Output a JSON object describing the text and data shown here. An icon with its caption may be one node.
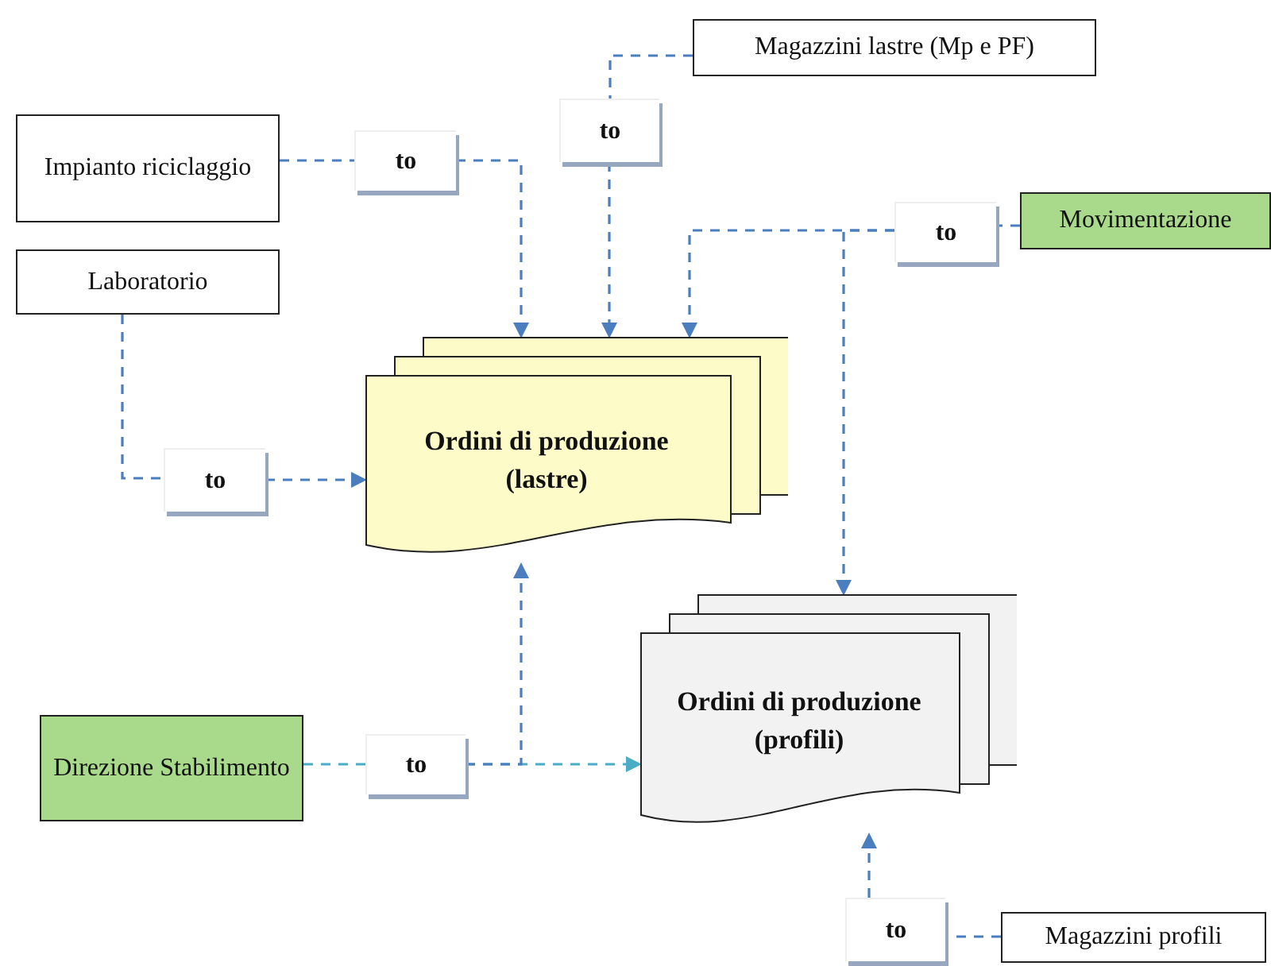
{
  "diagram": {
    "nodes": [
      {
        "text": [
          "Magazzini lastre (Mp e PF)"
        ]
      },
      {
        "text": [
          "Impianto riciclaggio"
        ]
      },
      {
        "text": [
          "Laboratorio"
        ]
      },
      {
        "text": [
          "Movimentazione"
        ]
      },
      {
        "text": [
          "Ordini di produzione (lastre)"
        ]
      },
      {
        "text": [
          "Direzione Stabilimento"
        ]
      },
      {
        "text": [
          "Ordini di produzione (profili)"
        ]
      },
      {
        "text": [
          "Magazzini profili"
        ]
      },
      {
        "text": [
          "to"
        ]
      },
      {
        "text": [
          "to"
        ]
      },
      {
        "text": [
          "to"
        ]
      },
      {
        "text": [
          "to"
        ]
      },
      {
        "text": [
          "to"
        ]
      },
      {
        "text": [
          "to"
        ]
      }
    ],
    "edges": [
      {
        "from": 1,
        "to": 8,
        "arrow": "none",
        "style": "dashed"
      },
      {
        "from": 8,
        "to": 4,
        "arrow": "to",
        "style": "dashed"
      },
      {
        "from": 0,
        "to": 9,
        "arrow": "none",
        "style": "dashed"
      },
      {
        "from": 9,
        "to": 4,
        "arrow": "to",
        "style": "dashed"
      },
      {
        "from": 3,
        "to": 10,
        "arrow": "none",
        "style": "dashed"
      },
      {
        "from": 10,
        "to": 4,
        "arrow": "to",
        "style": "dashed"
      },
      {
        "from": 10,
        "to": 6,
        "arrow": "to",
        "style": "dashed"
      },
      {
        "from": 2,
        "to": 11,
        "arrow": "none",
        "style": "dashed"
      },
      {
        "from": 11,
        "to": 4,
        "arrow": "to",
        "style": "dashed"
      },
      {
        "from": 5,
        "to": 12,
        "arrow": "none",
        "style": "dashed",
        "color": "#4bacc6"
      },
      {
        "from": 12,
        "to": 6,
        "arrow": "to",
        "style": "dashed",
        "color": "#4bacc6"
      },
      {
        "from": 12,
        "to": 4,
        "arrow": "to",
        "style": "dashed"
      },
      {
        "from": 7,
        "to": 13,
        "arrow": "none",
        "style": "dashed"
      },
      {
        "from": 13,
        "to": 6,
        "arrow": "to",
        "style": "dashed"
      }
    ]
  }
}
